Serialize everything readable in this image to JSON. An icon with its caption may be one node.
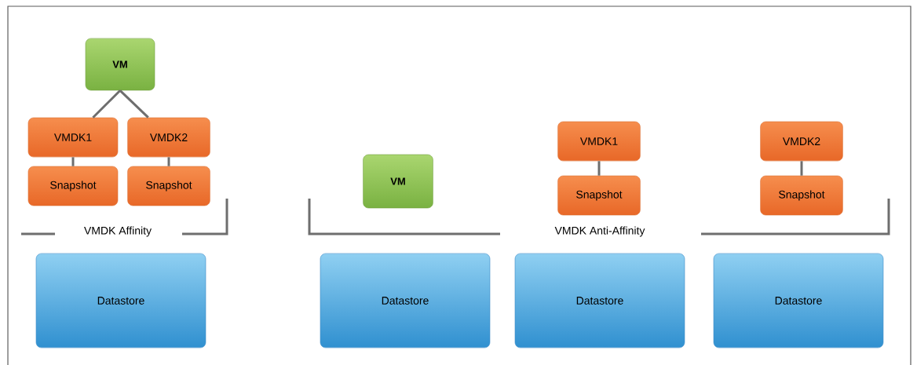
{
  "diagram": {
    "nodes": [
      {
        "text": [
          "VM"
        ]
      },
      {
        "text": [
          "VMDK1"
        ]
      },
      {
        "text": [
          "VMDK2"
        ]
      },
      {
        "text": [
          "Snapshot"
        ]
      },
      {
        "text": [
          "Snapshot"
        ]
      },
      {
        "text": [
          "VM"
        ]
      },
      {
        "text": [
          "VMDK1"
        ]
      },
      {
        "text": [
          "Snapshot"
        ]
      },
      {
        "text": [
          "VMDK2"
        ]
      },
      {
        "text": [
          "Snapshot"
        ]
      },
      {
        "text": [
          "Datastore"
        ]
      },
      {
        "text": [
          "Datastore"
        ]
      },
      {
        "text": [
          "Datastore"
        ]
      },
      {
        "text": [
          "Datastore"
        ]
      }
    ],
    "edges": [
      {
        "from": 0,
        "to": 1,
        "arrow": "none"
      },
      {
        "from": 0,
        "to": 2,
        "arrow": "none"
      },
      {
        "from": 1,
        "to": 3,
        "arrow": "none"
      },
      {
        "from": 2,
        "to": 4,
        "arrow": "none"
      },
      {
        "from": 6,
        "to": 7,
        "arrow": "none"
      },
      {
        "from": 8,
        "to": 9,
        "arrow": "none"
      }
    ],
    "labels": [
      "VMDK Affinity",
      "VMDK Anti-Affinity"
    ]
  }
}
